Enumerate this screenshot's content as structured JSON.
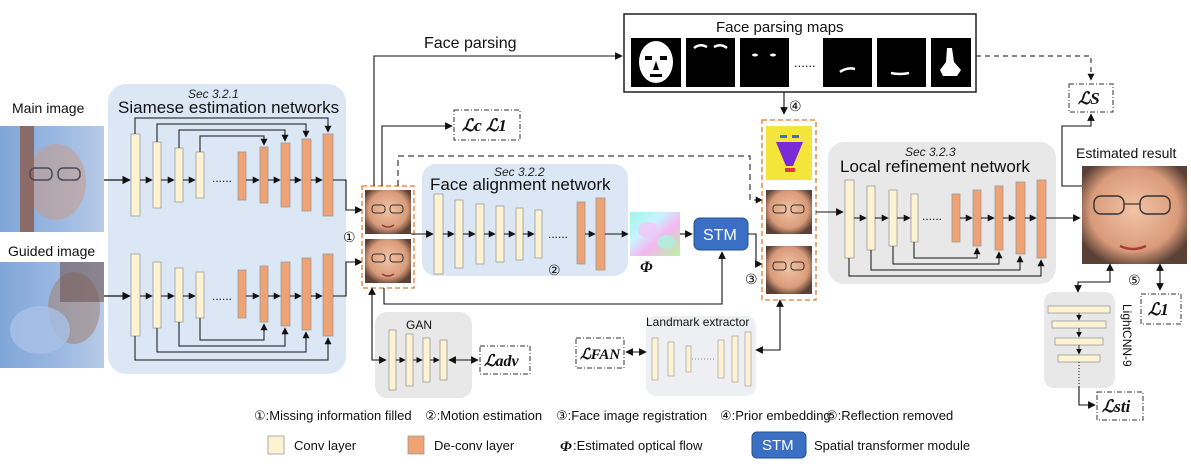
{
  "inputs": {
    "main_image_label": "Main image",
    "guided_image_label": "Guided image"
  },
  "siamese": {
    "section": "Sec 3.2.1",
    "title": "Siamese estimation networks",
    "dots": "......"
  },
  "face_parsing": {
    "arrow_label": "Face parsing",
    "maps_title": "Face parsing maps",
    "dots": "......"
  },
  "alignment": {
    "section": "Sec 3.2.2",
    "title": "Face alignment network",
    "dots": "......"
  },
  "refinement": {
    "section": "Sec 3.2.3",
    "title": "Local refinement network",
    "dots": "......"
  },
  "stm_label": "STM",
  "phi_symbol": "Φ",
  "estimated_result_label": "Estimated result",
  "gan_label": "GAN",
  "landmark_label": "Landmark extractor",
  "lightcnn_label": "LightCNN-9",
  "losses": {
    "c_l1": "ℒc ℒ1",
    "s": "ℒS",
    "l1": "ℒ1",
    "adv": "ℒadv",
    "fan": "ℒFAN",
    "sti": "ℒsti"
  },
  "step_markers": [
    "①",
    "②",
    "③",
    "④",
    "⑤"
  ],
  "legend": {
    "steps": [
      "①:Missing information filled",
      "②:Motion estimation",
      "③:Face image registration",
      "④:Prior embedding",
      "⑤:Reflection removed"
    ],
    "conv": "Conv layer",
    "deconv": "De-conv layer",
    "phi_desc": ":Estimated optical flow",
    "stm_desc": "Spatial transformer module"
  },
  "colors": {
    "conv_fill": "#FDF3D3",
    "deconv_fill": "#EFA374",
    "region_fill": "#DCE7F5",
    "gray_region": "#E8E8E8",
    "stm_fill": "#3A6FC4",
    "dash_orange": "#E07B2D"
  },
  "icons": [
    "arrow-icon",
    "face-thumbnail-icon",
    "parsing-map-icon",
    "optical-flow-icon"
  ]
}
